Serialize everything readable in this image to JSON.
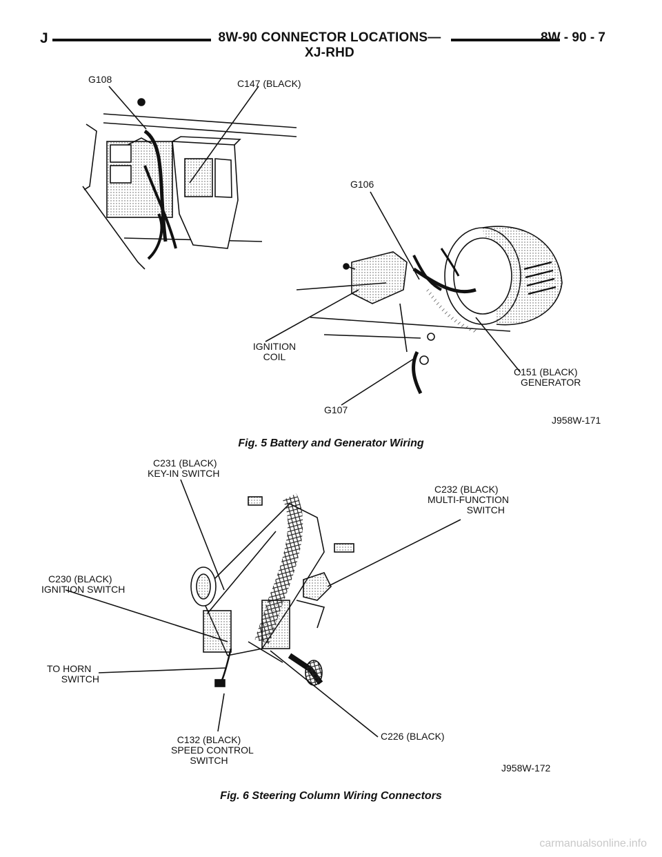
{
  "header": {
    "section_letter": "J",
    "title": "8W-90 CONNECTOR LOCATIONS—XJ-RHD",
    "page_number": "8W - 90 - 7"
  },
  "figure5": {
    "caption": "Fig. 5 Battery and Generator Wiring",
    "code": "J958W-171",
    "labels": {
      "g108": "G108",
      "c147": "C147 (BLACK)",
      "g106": "G106",
      "ignition_coil_1": "IGNITION",
      "ignition_coil_2": "COIL",
      "c151_1": "C151 (BLACK)",
      "c151_2": "GENERATOR",
      "g107": "G107"
    }
  },
  "figure6": {
    "caption": "Fig. 6 Steering Column Wiring Connectors",
    "code": "J958W-172",
    "labels": {
      "c231_1": "C231 (BLACK)",
      "c231_2": "KEY-IN SWITCH",
      "c232_1": "C232 (BLACK)",
      "c232_2": "MULTI-FUNCTION",
      "c232_3": "SWITCH",
      "c230_1": "C230 (BLACK)",
      "c230_2": "IGNITION SWITCH",
      "horn_1": "TO HORN",
      "horn_2": "SWITCH",
      "c132_1": "C132 (BLACK)",
      "c132_2": "SPEED CONTROL",
      "c132_3": "SWITCH",
      "c226": "C226 (BLACK)"
    }
  },
  "watermark": "carmanualsonline.info"
}
